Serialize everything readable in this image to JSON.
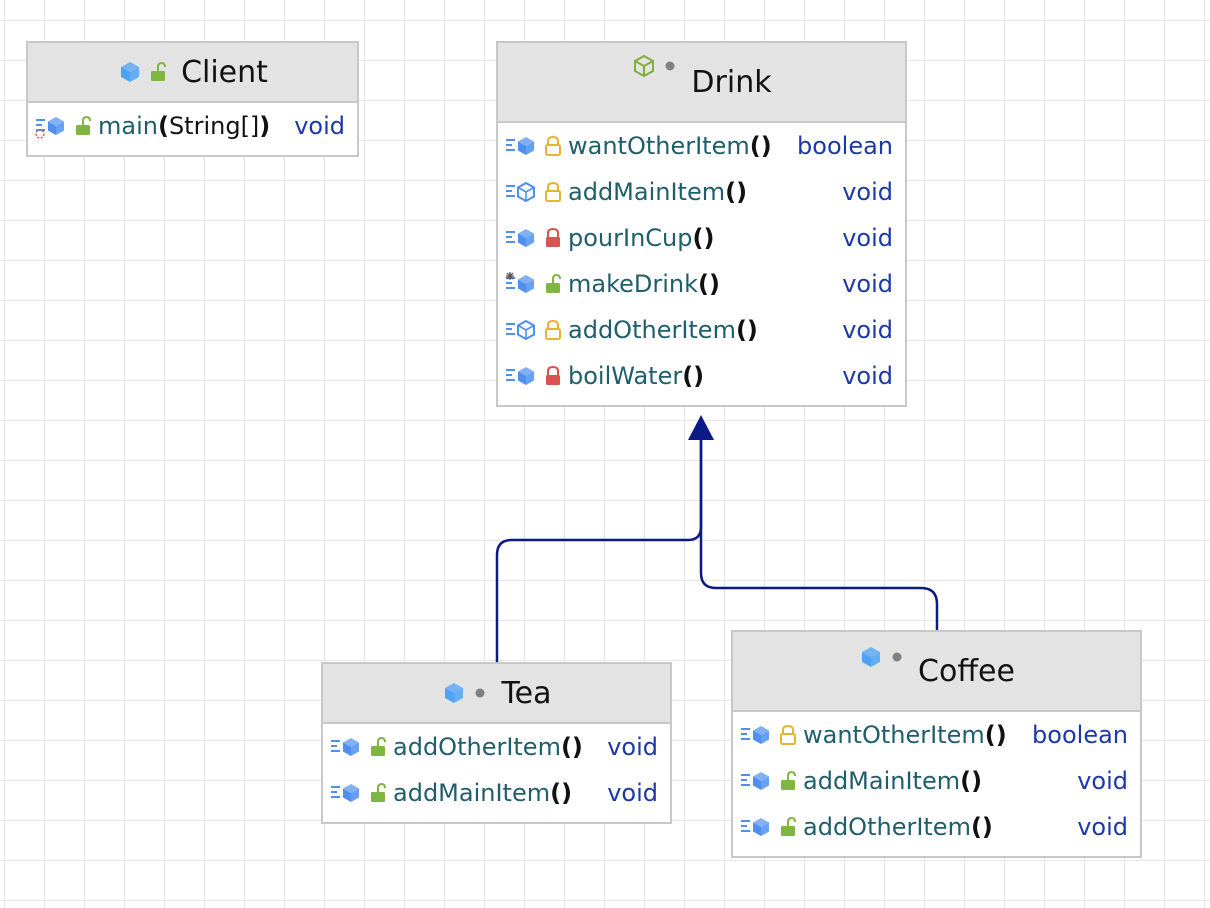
{
  "diagram": {
    "classes": [
      {
        "id": "client",
        "name": "Client",
        "icon": "class-icon",
        "visibility": "public",
        "methods": [
          {
            "name": "main",
            "params": "String[]",
            "return": "void",
            "modifiers": "static",
            "visibility": "public"
          }
        ]
      },
      {
        "id": "drink",
        "name": "Drink",
        "icon": "abstract-class-icon",
        "visibility": "package",
        "methods": [
          {
            "name": "wantOtherItem",
            "params": "",
            "return": "boolean",
            "modifiers": "",
            "visibility": "protected"
          },
          {
            "name": "addMainItem",
            "params": "",
            "return": "void",
            "modifiers": "abstract",
            "visibility": "protected"
          },
          {
            "name": "pourInCup",
            "params": "",
            "return": "void",
            "modifiers": "",
            "visibility": "private"
          },
          {
            "name": "makeDrink",
            "params": "",
            "return": "void",
            "modifiers": "final",
            "visibility": "public"
          },
          {
            "name": "addOtherItem",
            "params": "",
            "return": "void",
            "modifiers": "abstract",
            "visibility": "protected"
          },
          {
            "name": "boilWater",
            "params": "",
            "return": "void",
            "modifiers": "",
            "visibility": "private"
          }
        ]
      },
      {
        "id": "tea",
        "name": "Tea",
        "icon": "class-icon",
        "visibility": "package",
        "methods": [
          {
            "name": "addOtherItem",
            "params": "",
            "return": "void",
            "modifiers": "",
            "visibility": "public"
          },
          {
            "name": "addMainItem",
            "params": "",
            "return": "void",
            "modifiers": "",
            "visibility": "public"
          }
        ]
      },
      {
        "id": "coffee",
        "name": "Coffee",
        "icon": "class-icon",
        "visibility": "package",
        "methods": [
          {
            "name": "wantOtherItem",
            "params": "",
            "return": "boolean",
            "modifiers": "",
            "visibility": "protected"
          },
          {
            "name": "addMainItem",
            "params": "",
            "return": "void",
            "modifiers": "",
            "visibility": "public"
          },
          {
            "name": "addOtherItem",
            "params": "",
            "return": "void",
            "modifiers": "",
            "visibility": "public"
          }
        ]
      }
    ],
    "relations": [
      {
        "type": "inheritance",
        "from": "tea",
        "to": "drink"
      },
      {
        "type": "inheritance",
        "from": "coffee",
        "to": "drink"
      }
    ],
    "colors": {
      "class_icon": "#4fa3f7",
      "method_icon": "#4e8ff0",
      "abstract_icon": "#7fae3a",
      "public_lock": "#7fb640",
      "protected_lock": "#e7b431",
      "private_lock": "#d9534f",
      "arrow": "#0b1a86",
      "type_text": "#1c39a8",
      "method_text": "#1f5f6b"
    }
  }
}
